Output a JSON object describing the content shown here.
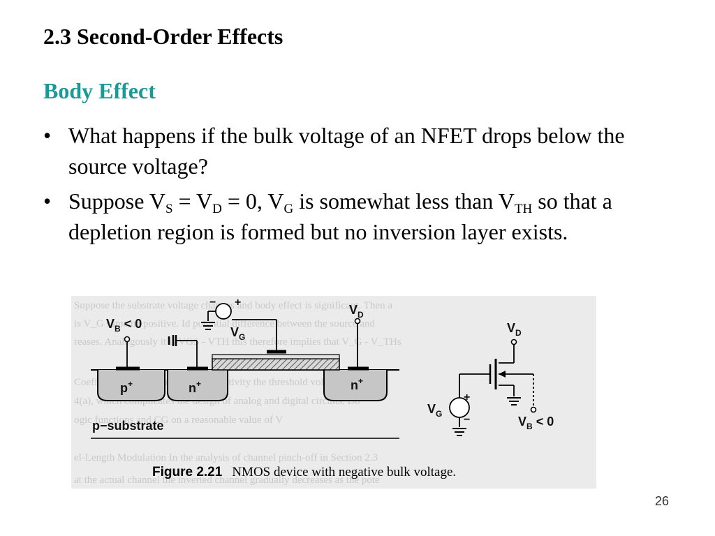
{
  "slide": {
    "title": "2.3 Second-Order Effects",
    "subtitle": "Body Effect",
    "page_number": "26",
    "accent_color": "#1a9a96"
  },
  "bullets": [
    {
      "text": "What happens if the bulk voltage of an NFET drops below the source voltage?"
    },
    {
      "t1": "Suppose V",
      "s1": "S",
      "t2": " = V",
      "s2": "D",
      "t3": " = 0, V",
      "s3": "G",
      "t4": " is somewhat less than V",
      "s4": "TH",
      "t5": " so that a depletion region is formed but no inversion layer exists."
    }
  ],
  "figure": {
    "label_vb": "V",
    "label_vb_sub": "B",
    "label_vb_rest": " < 0",
    "label_vg": "V",
    "label_vg_sub": "G",
    "label_vd": "V",
    "label_vd_sub": "D",
    "region_p": "p",
    "region_n1": "n",
    "region_n2": "n",
    "region_plus": "+",
    "substrate": "p−substrate",
    "plus_sign": "+",
    "minus_sign": "−",
    "caption_bold": "Figure 2.21",
    "caption_text": "NMOS device with negative bulk voltage.",
    "bg_text": [
      "Suppose the substrate voltage changes and body effect is significant. Then a",
      "is V_G same ne positive. Id potential difference between the source and",
      "reases. Analogously it is VGS - VTH this therefore implies that V_G - V_THs",
      "Coefficient are substantial. The sensitivity the threshold voltage e.g.",
      "4(a), which complicates the design of analog and digital circuits. Do",
      "ogic functions and CG on a reasonable value of V",
      "el-Length Modulation In the analysis of channel pinch-off in Section 2.3",
      "at the actual channel the inverted channel gradually decreases as the pote"
    ]
  }
}
